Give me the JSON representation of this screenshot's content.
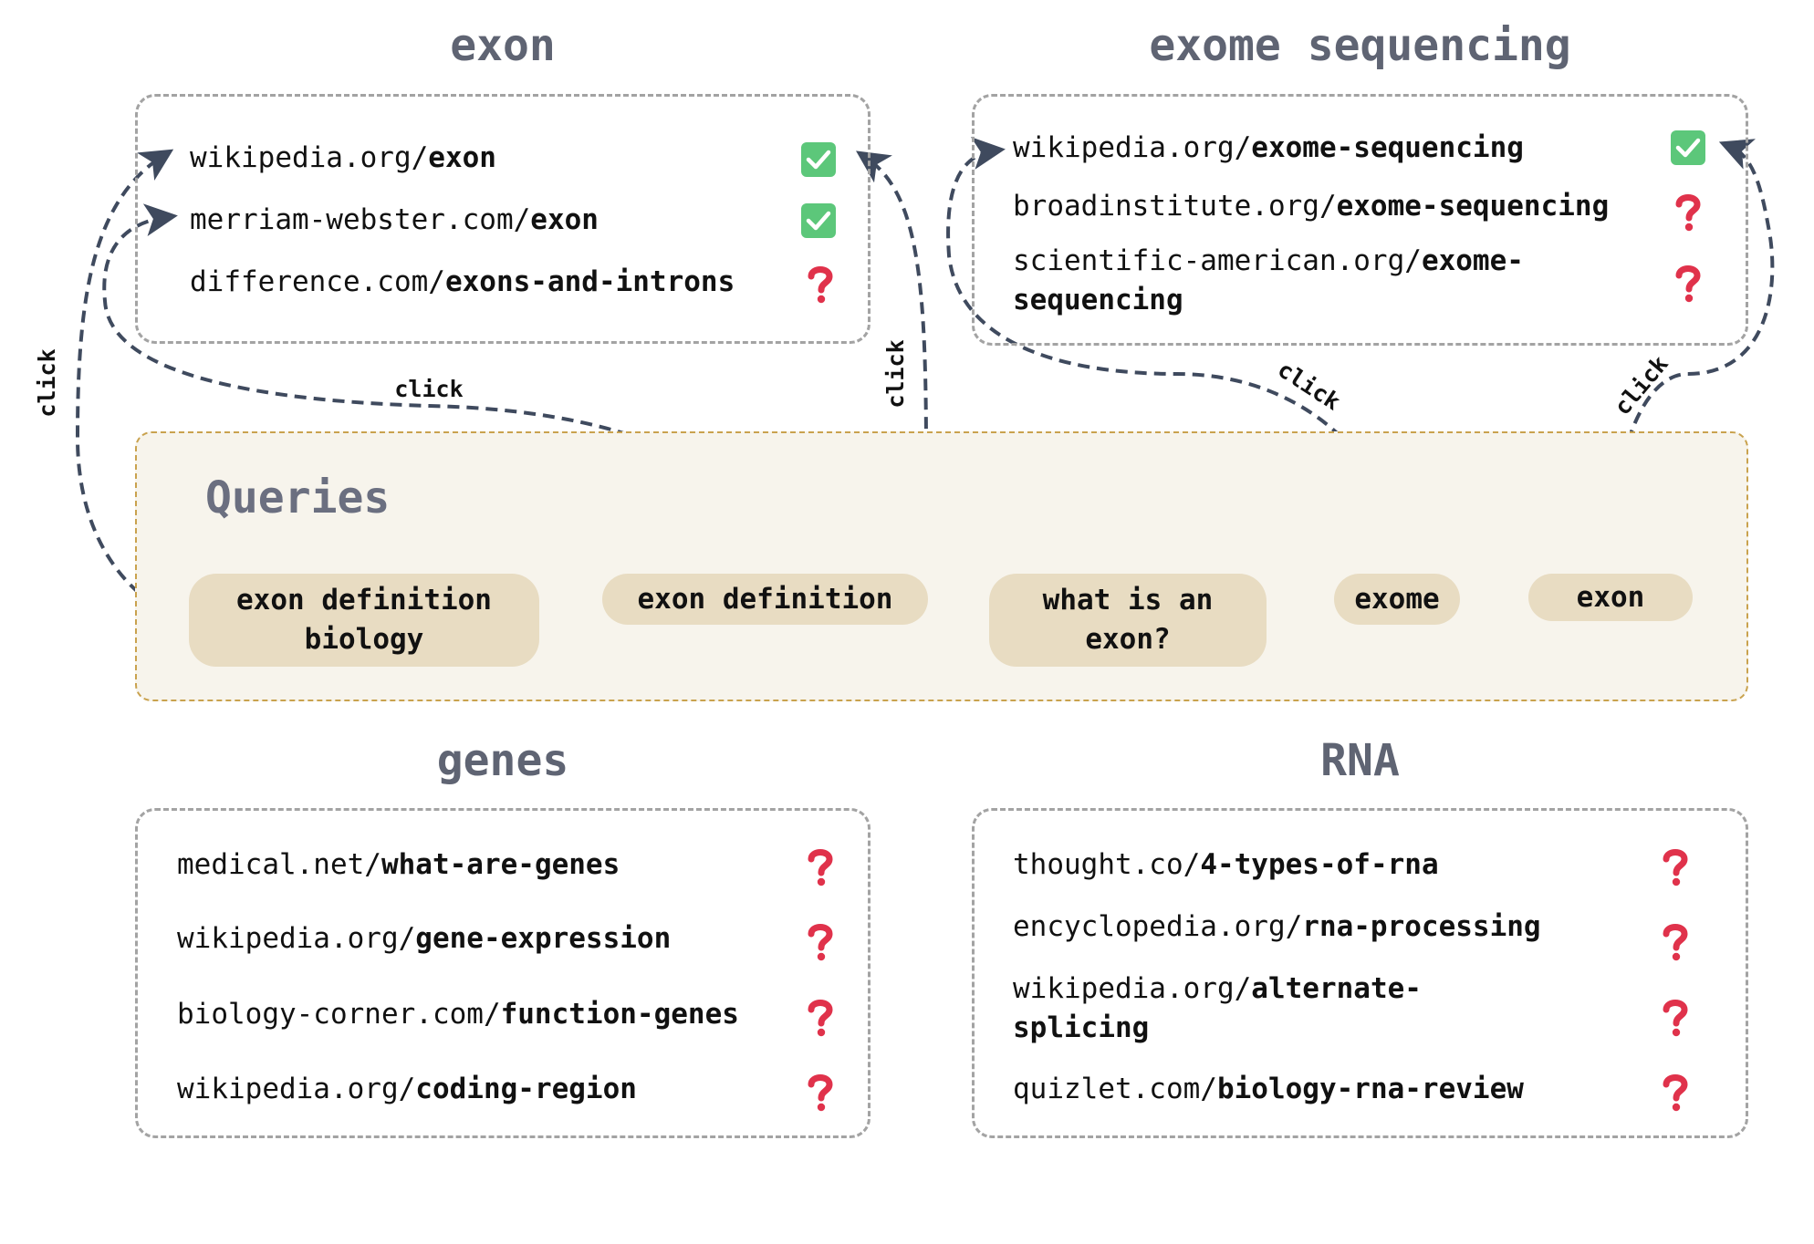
{
  "clusters": {
    "exon": {
      "title": "exon",
      "urls": [
        {
          "domain": "wikipedia.org/",
          "path": "exon",
          "status": "verified"
        },
        {
          "domain": "merriam-webster.com/",
          "path": "exon",
          "status": "verified"
        },
        {
          "domain": "difference.com/",
          "path": "exons-and-introns",
          "status": "unknown"
        }
      ]
    },
    "exome": {
      "title": "exome sequencing",
      "urls": [
        {
          "domain": "wikipedia.org/",
          "path": "exome-sequencing",
          "status": "verified"
        },
        {
          "domain": "broadinstitute.org/",
          "path": "exome-sequencing",
          "status": "unknown"
        },
        {
          "domain": "scientific-american.org/",
          "path": "exome-",
          "path_cont": "sequencing",
          "status": "unknown"
        }
      ]
    },
    "genes": {
      "title": "genes",
      "urls": [
        {
          "domain": "medical.net/",
          "path": "what-are-genes",
          "status": "unknown"
        },
        {
          "domain": "wikipedia.org/",
          "path": "gene-expression",
          "status": "unknown"
        },
        {
          "domain": "biology-corner.com/",
          "path": "function-genes",
          "status": "unknown"
        },
        {
          "domain": "wikipedia.org/",
          "path": "coding-region",
          "status": "unknown"
        }
      ]
    },
    "rna": {
      "title": "RNA",
      "urls": [
        {
          "domain": "thought.co/",
          "path": "4-types-of-rna",
          "status": "unknown"
        },
        {
          "domain": "encyclopedia.org/",
          "path": "rna-processing",
          "status": "unknown"
        },
        {
          "domain": "wikipedia.org/",
          "path": "alternate-",
          "path_cont": "splicing",
          "status": "unknown"
        },
        {
          "domain": "quizlet.com/",
          "path": "biology-rna-review",
          "status": "unknown"
        }
      ]
    }
  },
  "queries": {
    "title": "Queries",
    "items": [
      {
        "line1": "exon definition",
        "line2": "biology"
      },
      {
        "line1": "exon definition",
        "line2": ""
      },
      {
        "line1": "what is an",
        "line2": "exon?"
      },
      {
        "line1": "exome",
        "line2": ""
      },
      {
        "line1": "exon",
        "line2": ""
      }
    ]
  },
  "edges": {
    "label": "click"
  },
  "colors": {
    "edge": "#3f4a5e",
    "verified_green": "#5cc77a",
    "unknown_red": "#e0324b",
    "query_pill": "#e8dcc2",
    "query_panel": "#f7f4ec",
    "query_border": "#c9a24e"
  },
  "icons": {
    "verified": "green-check-icon",
    "unknown": "red-question-mark-icon"
  }
}
